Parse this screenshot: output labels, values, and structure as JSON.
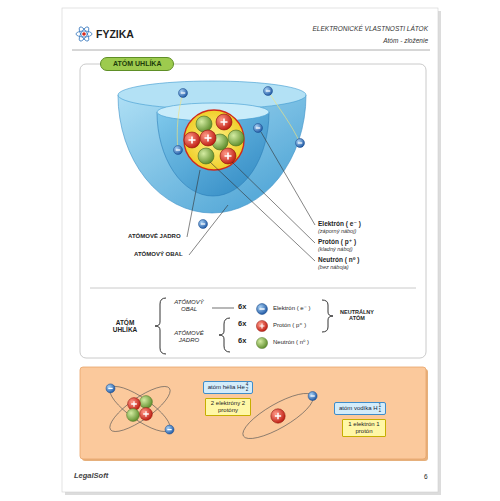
{
  "diagram": {
    "title": "FYZIKA",
    "nodes": [
      {
        "text": [
          "ATÓM UHLÍKA"
        ]
      },
      {
        "text": [
          "atóm hélia He",
          "4",
          "2"
        ]
      },
      {
        "text": [
          "2 elektróny 2 protóny"
        ]
      },
      {
        "text": [
          "atóm vodíka H",
          "1",
          "1"
        ]
      },
      {
        "text": [
          "1 elektrón 1 protón"
        ]
      }
    ],
    "labels": [
      "ELEKTRONICKÉ VLASTNOSTI LÁTOK",
      "Atóm - zloženie",
      "Elektrón ( e⁻ )",
      "(záporný náboj)",
      "Protón ( p⁺ )",
      "(kladný náboj)",
      "Neutrón ( n⁰ )",
      "(bez náboja)",
      "ATÓMOVÉ JADRO",
      "ATÓMOVÝ OBAL",
      "ATÓM UHLÍKA",
      "ATÓMOVÝ OBAL",
      "ATÓMOVÉ JADRO",
      "6x",
      "Elektrón ( e⁻ )",
      "6x",
      "Protón ( p⁺ )",
      "6x",
      "Neutrón ( n⁰ )",
      "NEUTRÁLNY ATÓM",
      "LegalSoft",
      "6"
    ]
  }
}
